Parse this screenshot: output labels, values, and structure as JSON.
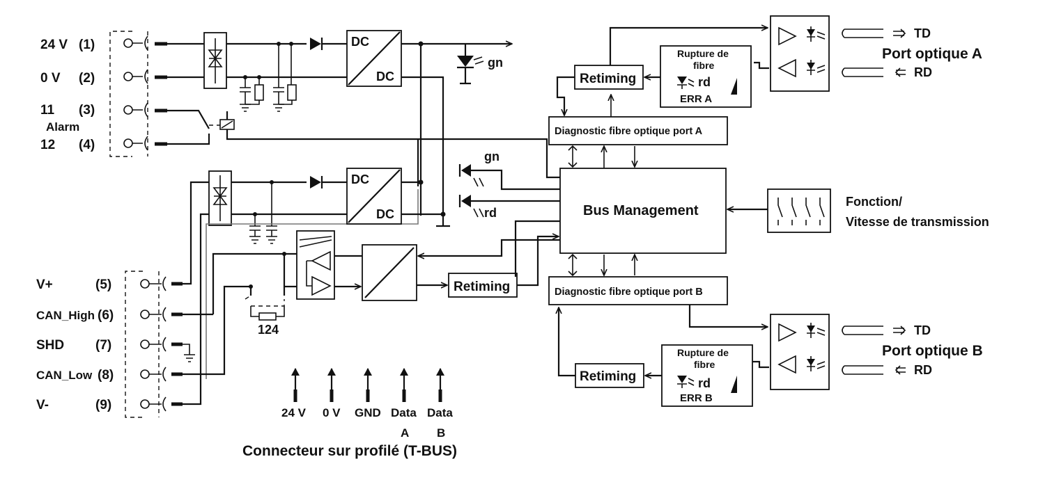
{
  "terminals": [
    {
      "label": "24 V",
      "num": "(1)"
    },
    {
      "label": "0 V",
      "num": "(2)"
    },
    {
      "label": "11",
      "num": "(3)"
    },
    {
      "label": "12",
      "num": "(4)"
    }
  ],
  "alarm_label": "Alarm",
  "can_terminals": [
    {
      "label": "V+",
      "num": "(5)"
    },
    {
      "label": "CAN_High",
      "num": "(6)"
    },
    {
      "label": "SHD",
      "num": "(7)"
    },
    {
      "label": "CAN_Low",
      "num": "(8)"
    },
    {
      "label": "V-",
      "num": "(9)"
    }
  ],
  "dc_label": "DC",
  "led_gn": "gn",
  "led_rd": "rd",
  "resistor_value": "124",
  "retiming_label": "Retiming",
  "bus_management": "Bus Management",
  "diag_a": "Diagnostic fibre optique port A",
  "diag_b": "Diagnostic fibre optique port B",
  "rupture_a": {
    "line1": "Rupture de",
    "line2": "fibre",
    "led": "rd",
    "err": "ERR A"
  },
  "rupture_b": {
    "line1": "Rupture de",
    "line2": "fibre",
    "led": "rd",
    "err": "ERR B"
  },
  "port_a": {
    "title": "Port optique A",
    "td": "TD",
    "rd": "RD"
  },
  "port_b": {
    "title": "Port optique B",
    "td": "TD",
    "rd": "RD"
  },
  "function_line1": "Fonction/",
  "function_line2": "Vitesse de transmission",
  "tbus": {
    "pins": [
      {
        "l1": "24 V",
        "l2": ""
      },
      {
        "l1": "0 V",
        "l2": ""
      },
      {
        "l1": "GND",
        "l2": ""
      },
      {
        "l1": "Data",
        "l2": "A"
      },
      {
        "l1": "Data",
        "l2": "B"
      }
    ],
    "title": "Connecteur sur profilé (T-BUS)"
  }
}
